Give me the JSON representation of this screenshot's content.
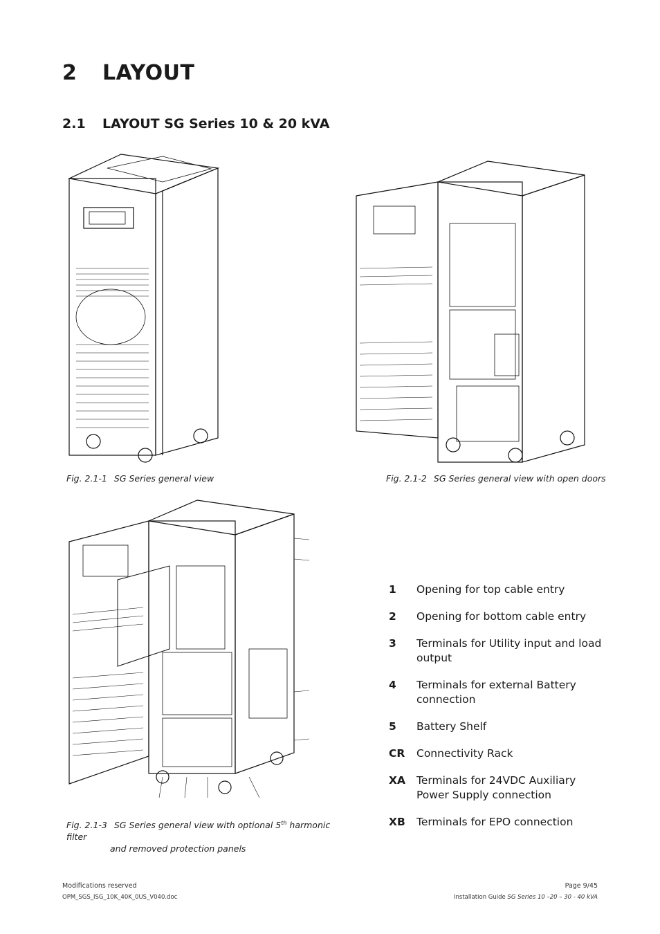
{
  "heading1": {
    "number": "2",
    "title": "LAYOUT"
  },
  "heading2": {
    "number": "2.1",
    "title": "LAYOUT SG Series 10 & 20 kVA"
  },
  "figures": [
    {
      "number": "Fig. 2.1-1",
      "caption": "SG Series general view"
    },
    {
      "number": "Fig. 2.1-2",
      "caption": "SG Series general view with open doors"
    },
    {
      "number": "Fig. 2.1-3",
      "caption_line1_pre": "SG Series general view with optional 5",
      "caption_sup": "th",
      "caption_line1_post": " harmonic filter",
      "caption_line2": "and removed protection panels"
    }
  ],
  "legend": [
    {
      "key": "1",
      "text": "Opening for top cable entry"
    },
    {
      "key": "2",
      "text": "Opening for bottom cable entry"
    },
    {
      "key": "3",
      "text": "Terminals for Utility input and load output"
    },
    {
      "key": "4",
      "text": "Terminals for external Battery connection"
    },
    {
      "key": "5",
      "text": "Battery Shelf"
    },
    {
      "key": "CR",
      "text": "Connectivity Rack"
    },
    {
      "key": "XA",
      "text": "Terminals for 24VDC Auxiliary Power Supply connection"
    },
    {
      "key": "XB",
      "text": "Terminals for EPO connection"
    }
  ],
  "footer": {
    "left_line1": "Modifications reserved",
    "left_line2": "OPM_SGS_ISG_10K_40K_0US_V040.doc",
    "right_line1": "Page 9/45",
    "right_line2_pre": "Installation Guide ",
    "right_line2_italic": "SG Series 10 –20 – 30 - 40 kVA"
  }
}
